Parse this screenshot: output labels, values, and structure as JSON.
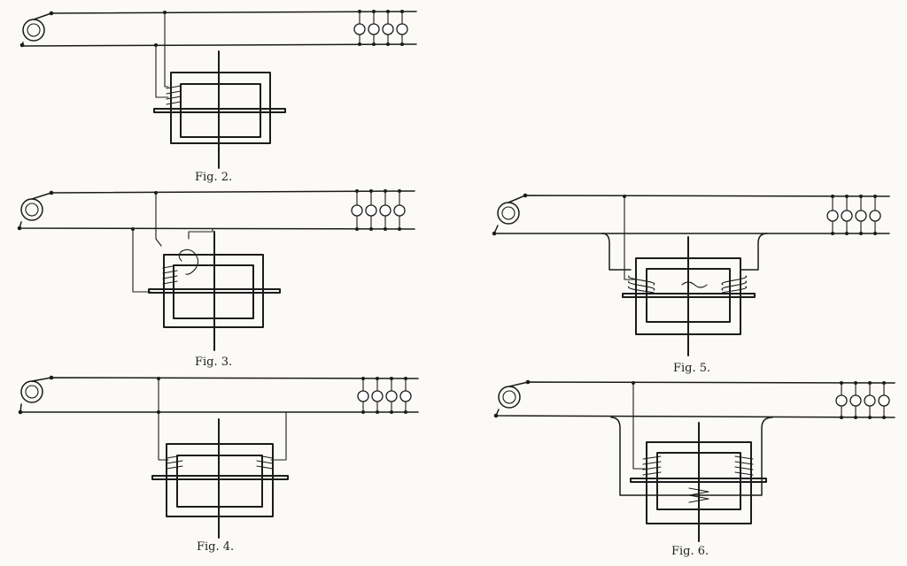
{
  "figures": [
    {
      "id": "fig2",
      "label": "Fig. 2."
    },
    {
      "id": "fig3",
      "label": "Fig. 3."
    },
    {
      "id": "fig4",
      "label": "Fig. 4."
    },
    {
      "id": "fig5",
      "label": "Fig. 5."
    },
    {
      "id": "fig6",
      "label": "Fig. 6."
    }
  ],
  "colors": {
    "ink": "#1b1b1b",
    "paper": "#fbfaf7"
  },
  "symbols": {
    "generator": "generator-coil-icon",
    "lamp": "lamp-icon",
    "core": "transformer-core-icon"
  }
}
